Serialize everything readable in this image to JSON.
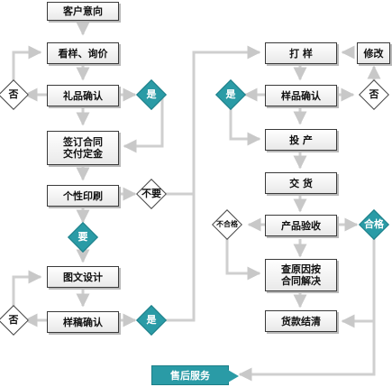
{
  "left_column": {
    "customer_intent": "客户意向",
    "view_inquire": "看样、询价",
    "gift_confirm": "礼品确认",
    "sign_contract": "签订合同\n交付定金",
    "personalized_print": "个性印刷",
    "graphic_design": "图文设计",
    "draft_confirm": "样稿确认"
  },
  "right_column": {
    "sampling": "打  样",
    "modify": "修改",
    "sample_confirm": "样品确认",
    "production": "投  产",
    "delivery": "交  货",
    "product_inspection": "产品验收",
    "investigate": "查原因按\n合同解决",
    "payment": "货款结清"
  },
  "decisions": {
    "no_left_1": "否",
    "yes_1": "是",
    "no_need": "不要",
    "need": "要",
    "no_left_2": "否",
    "yes_2": "是",
    "yes_right": "是",
    "no_right": "否",
    "fail": "不合格",
    "pass": "合格"
  },
  "after_sales": "售后服务",
  "colors": {
    "accent": "#2a9ba6",
    "line": "#cfcfcf",
    "box_border": "#3a3a3a"
  }
}
